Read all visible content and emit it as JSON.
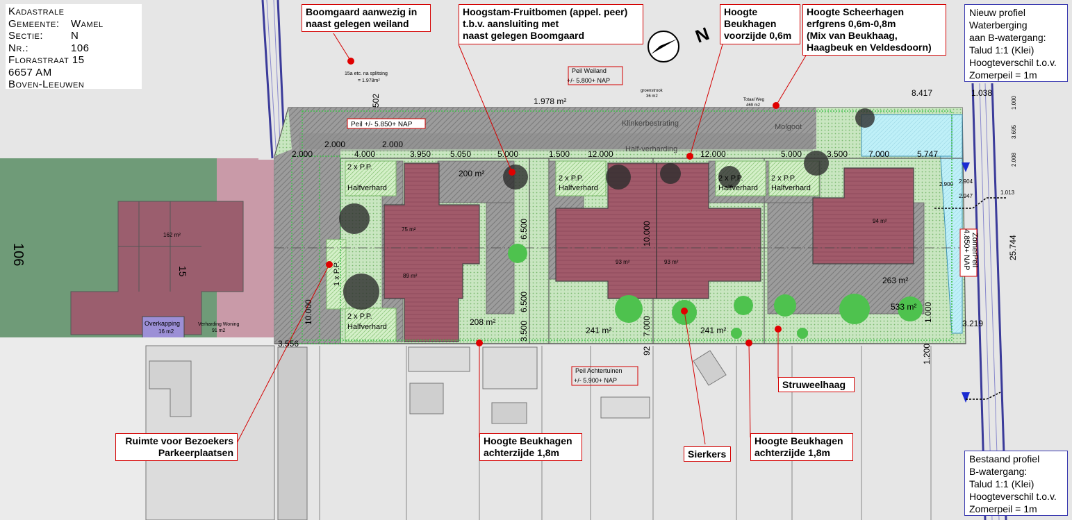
{
  "kadaster": {
    "title": "Kadastrale",
    "gemeente_label": "Gemeente:",
    "gemeente_value": "Wamel",
    "sectie_label": "Sectie:",
    "sectie_value": "N",
    "nr_label": "Nr.:",
    "nr_value": "106",
    "address_line1": "Florastraat 15",
    "address_line2": "6657 AM",
    "address_line3": "Boven-Leeuwen"
  },
  "callouts": {
    "boomgaard": [
      "Boomgaard aanwezig in",
      "naast gelegen weiland"
    ],
    "hoogstam": [
      "Hoogstam-Fruitbomen (appel. peer)",
      "t.b.v. aansluiting met",
      "naast gelegen Boomgaard"
    ],
    "hoogte_voor": [
      "Hoogte",
      "Beukhagen",
      "voorzijde 0,6m"
    ],
    "scheerhagen": [
      "Hoogte Scheerhagen",
      "erfgrens 0,6m-0,8m",
      "(Mix van Beukhaag,",
      "Haagbeuk en Veldesdoorn)"
    ],
    "bezoekers": [
      "Ruimte voor Bezoekers",
      "Parkeerplaatsen"
    ],
    "beuk_achter_1": [
      "Hoogte Beukhagen",
      "achterzijde 1,8m"
    ],
    "sierkers": [
      "Sierkers"
    ],
    "beuk_achter_2": [
      "Hoogte Beukhagen",
      "achterzijde 1,8m"
    ],
    "struweelhaag": [
      "Struweelhaag"
    ]
  },
  "profiles": {
    "nieuw": [
      "Nieuw profiel",
      "Waterberging",
      "aan B-watergang:",
      "Talud 1:1  (Klei)",
      "Hoogteverschil t.o.v.",
      "Zomerpeil = 1m"
    ],
    "bestaand": [
      "Bestaand profiel",
      "B-watergang:",
      "Talud 1:1  (Klei)",
      "Hoogteverschil t.o.v.",
      "Zomerpeil = 1m"
    ]
  },
  "map_labels": {
    "peil_weiland": [
      "Peil  Weiland",
      "+/- 5.800+ NAP"
    ],
    "peil_achtertuinen": [
      "Peil  Achtertuinen",
      "+/- 5.900+ NAP"
    ],
    "peil_front": "Peil  +/- 5.850+ NAP",
    "zomerpeil": [
      "ZomerPeil",
      "4.850+ NAP"
    ],
    "area_1978": "1.978 m²",
    "splitsing": [
      "15a etc. na splitsing",
      "= 1.978m²"
    ],
    "groenstrook": [
      "groenstrook",
      "36 m2"
    ],
    "totaal_weg": [
      "Totaal Weg",
      "469 m2"
    ],
    "klinkerbestrating": "Klinkerbestrating",
    "molgoot": "Molgoot",
    "half_verharding": "Half-verharding",
    "area_200": "200 m²",
    "area_208": "208 m²",
    "area_241a": "241 m²",
    "area_241b": "241 m²",
    "area_263": "263 m²",
    "area_533": "533 m²",
    "area_75": "75 m²",
    "area_89": "89 m²",
    "area_93a": "93 m²",
    "area_93b": "93 m²",
    "area_94": "94 m²",
    "area_162": "162 m²",
    "pp_label": "2 x P.P.",
    "halfverhard": "Halfverhard",
    "pp_single": "1 x P.P.",
    "overkapping": [
      "Overkapping",
      "16 m2"
    ],
    "verharding_woning": [
      "Verharding Woning",
      "91 m2"
    ],
    "house_15": "15",
    "plot_106": "106",
    "dims_top": [
      "2.000",
      "2.000",
      "4.000",
      "3.950",
      "5.050",
      "5.000",
      "1.500",
      "12.000",
      "12.000",
      "5.000",
      "3.500",
      "7.000",
      "5.747"
    ],
    "dim_8417": "8.417",
    "dim_1038": "1.038",
    "dim_1000a": "1.000",
    "dim_3695": "3.695",
    "dim_2008": "2.008",
    "dim_25744": "25.744",
    "dim_10000a": "10.000",
    "dim_10000b": "10.000",
    "dim_6500a": "6.500",
    "dim_6500b": "6.500",
    "dim_3500": "3.500",
    "dim_7000": "7.000",
    "dim_3556": "3.556",
    "dim_3219": "3.219",
    "dim_1200": "1.200",
    "dim_1000b": "1.000",
    "dim_2904": "2.904",
    "dim_2947": "2.947",
    "dim_1013": "1.013",
    "dim_2900": "2.900",
    "dim_92": "92",
    "dim_502": "502",
    "compass": "N"
  },
  "colors": {
    "house_roof": "#a15a6a",
    "garden_green": "#cfe8c7",
    "pavement": "#9a9a9a",
    "water": "#bff0f8",
    "callout_red": "#d40000",
    "hedge_green": "#3fc04a"
  }
}
